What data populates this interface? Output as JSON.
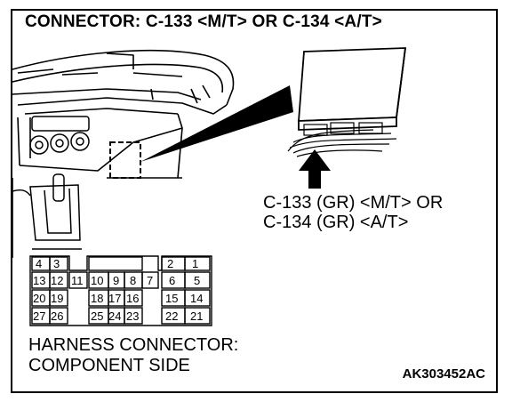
{
  "title": "CONNECTOR: C-133 <M/T> OR C-134 <A/T>",
  "callout": {
    "line1": "C-133 (GR) <M/T> OR",
    "line2": "C-134 (GR) <A/T>"
  },
  "harness": {
    "line1": "HARNESS CONNECTOR:",
    "line2": "COMPONENT SIDE"
  },
  "figure_code": "AK303452AC",
  "pins": {
    "p1": "1",
    "p2": "2",
    "p3": "3",
    "p4": "4",
    "p5": "5",
    "p6": "6",
    "p7": "7",
    "p8": "8",
    "p9": "9",
    "p10": "10",
    "p11": "11",
    "p12": "12",
    "p13": "13",
    "p14": "14",
    "p15": "15",
    "p16": "16",
    "p17": "17",
    "p18": "18",
    "p19": "19",
    "p20": "20",
    "p21": "21",
    "p22": "22",
    "p23": "23",
    "p24": "24",
    "p25": "25",
    "p26": "26",
    "p27": "27"
  }
}
